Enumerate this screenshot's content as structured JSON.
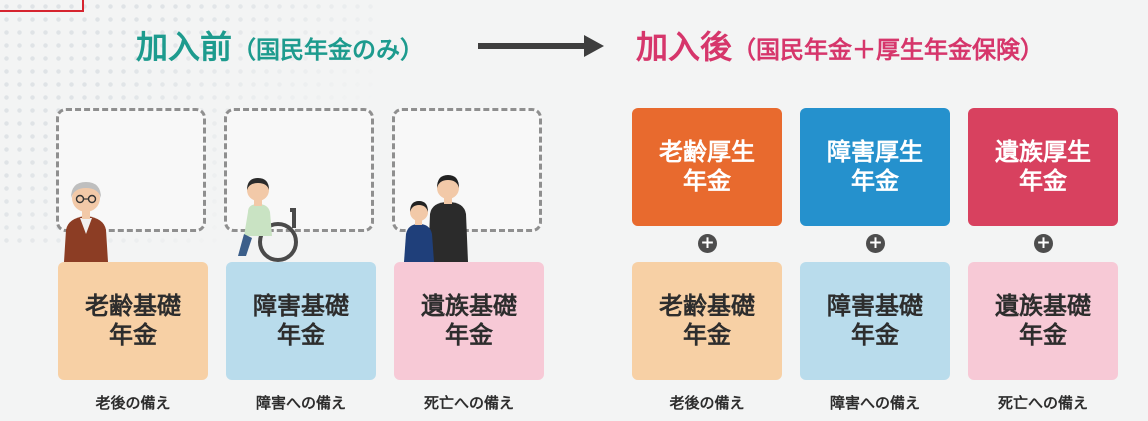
{
  "heading": {
    "before_main": "加入前",
    "before_sub": "（国民年金のみ）",
    "after_main": "加入後",
    "after_sub": "（国民年金＋厚生年金保険）"
  },
  "before": {
    "cards": [
      {
        "line1": "老齢基礎",
        "line2": "年金",
        "caption": "老後の備え"
      },
      {
        "line1": "障害基礎",
        "line2": "年金",
        "caption": "障害への備え"
      },
      {
        "line1": "遺族基礎",
        "line2": "年金",
        "caption": "死亡への備え"
      }
    ]
  },
  "after": {
    "employee_cards": [
      {
        "line1": "老齢厚生",
        "line2": "年金"
      },
      {
        "line1": "障害厚生",
        "line2": "年金"
      },
      {
        "line1": "遺族厚生",
        "line2": "年金"
      }
    ],
    "basic_cards": [
      {
        "line1": "老齢基礎",
        "line2": "年金",
        "caption": "老後の備え"
      },
      {
        "line1": "障害基礎",
        "line2": "年金",
        "caption": "障害への備え"
      },
      {
        "line1": "遺族基礎",
        "line2": "年金",
        "caption": "死亡への備え"
      }
    ],
    "plus_symbol": "+"
  },
  "colors": {
    "before_heading": "#1d9b8e",
    "after_heading": "#d6366b",
    "old_age_basic": "#f7d0a5",
    "disability_basic": "#b9dcec",
    "survivor_basic": "#f7c9d6",
    "old_age_employee": "#e86a2e",
    "disability_employee": "#2591cd",
    "survivor_employee": "#d8415f"
  },
  "icons": [
    "elderly-man-icon",
    "wheelchair-user-icon",
    "parent-child-icon",
    "right-arrow-icon",
    "plus-icon"
  ]
}
